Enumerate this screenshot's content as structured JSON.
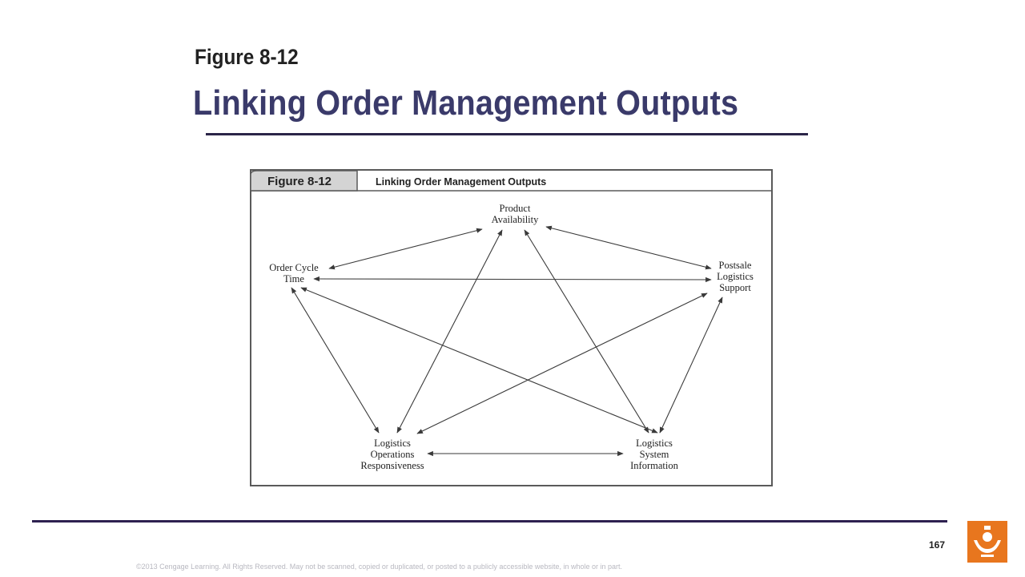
{
  "slide": {
    "label": "Figure 8-12",
    "title": "Linking Order Management Outputs"
  },
  "figure": {
    "tab_label": "Figure 8-12",
    "header_title": "Linking Order Management Outputs",
    "nodes": {
      "product_availability": [
        "Product",
        "Availability"
      ],
      "order_cycle_time": [
        "Order Cycle",
        "Time"
      ],
      "postsale_logistics_support": [
        "Postsale",
        "Logistics",
        "Support"
      ],
      "logistics_operations_responsiveness": [
        "Logistics",
        "Operations",
        "Responsiveness"
      ],
      "logistics_system_information": [
        "Logistics",
        "System",
        "Information"
      ]
    },
    "links": [
      [
        "product_availability",
        "order_cycle_time"
      ],
      [
        "product_availability",
        "postsale_logistics_support"
      ],
      [
        "product_availability",
        "logistics_operations_responsiveness"
      ],
      [
        "product_availability",
        "logistics_system_information"
      ],
      [
        "order_cycle_time",
        "postsale_logistics_support"
      ],
      [
        "order_cycle_time",
        "logistics_operations_responsiveness"
      ],
      [
        "order_cycle_time",
        "logistics_system_information"
      ],
      [
        "postsale_logistics_support",
        "logistics_operations_responsiveness"
      ],
      [
        "postsale_logistics_support",
        "logistics_system_information"
      ],
      [
        "logistics_operations_responsiveness",
        "logistics_system_information"
      ]
    ],
    "link_style": "double-headed arrows"
  },
  "footer": {
    "page_number": "167",
    "copyright": "©2013 Cengage Learning. All Rights Reserved. May not be scanned, copied or duplicated, or posted to a publicly accessible website, in whole or in part."
  },
  "colors": {
    "title": "#3a3a6a",
    "rule": "#2b2548",
    "logo_background": "#e8761e"
  },
  "icons": {
    "publisher_logo": "cengage-logo-icon"
  }
}
